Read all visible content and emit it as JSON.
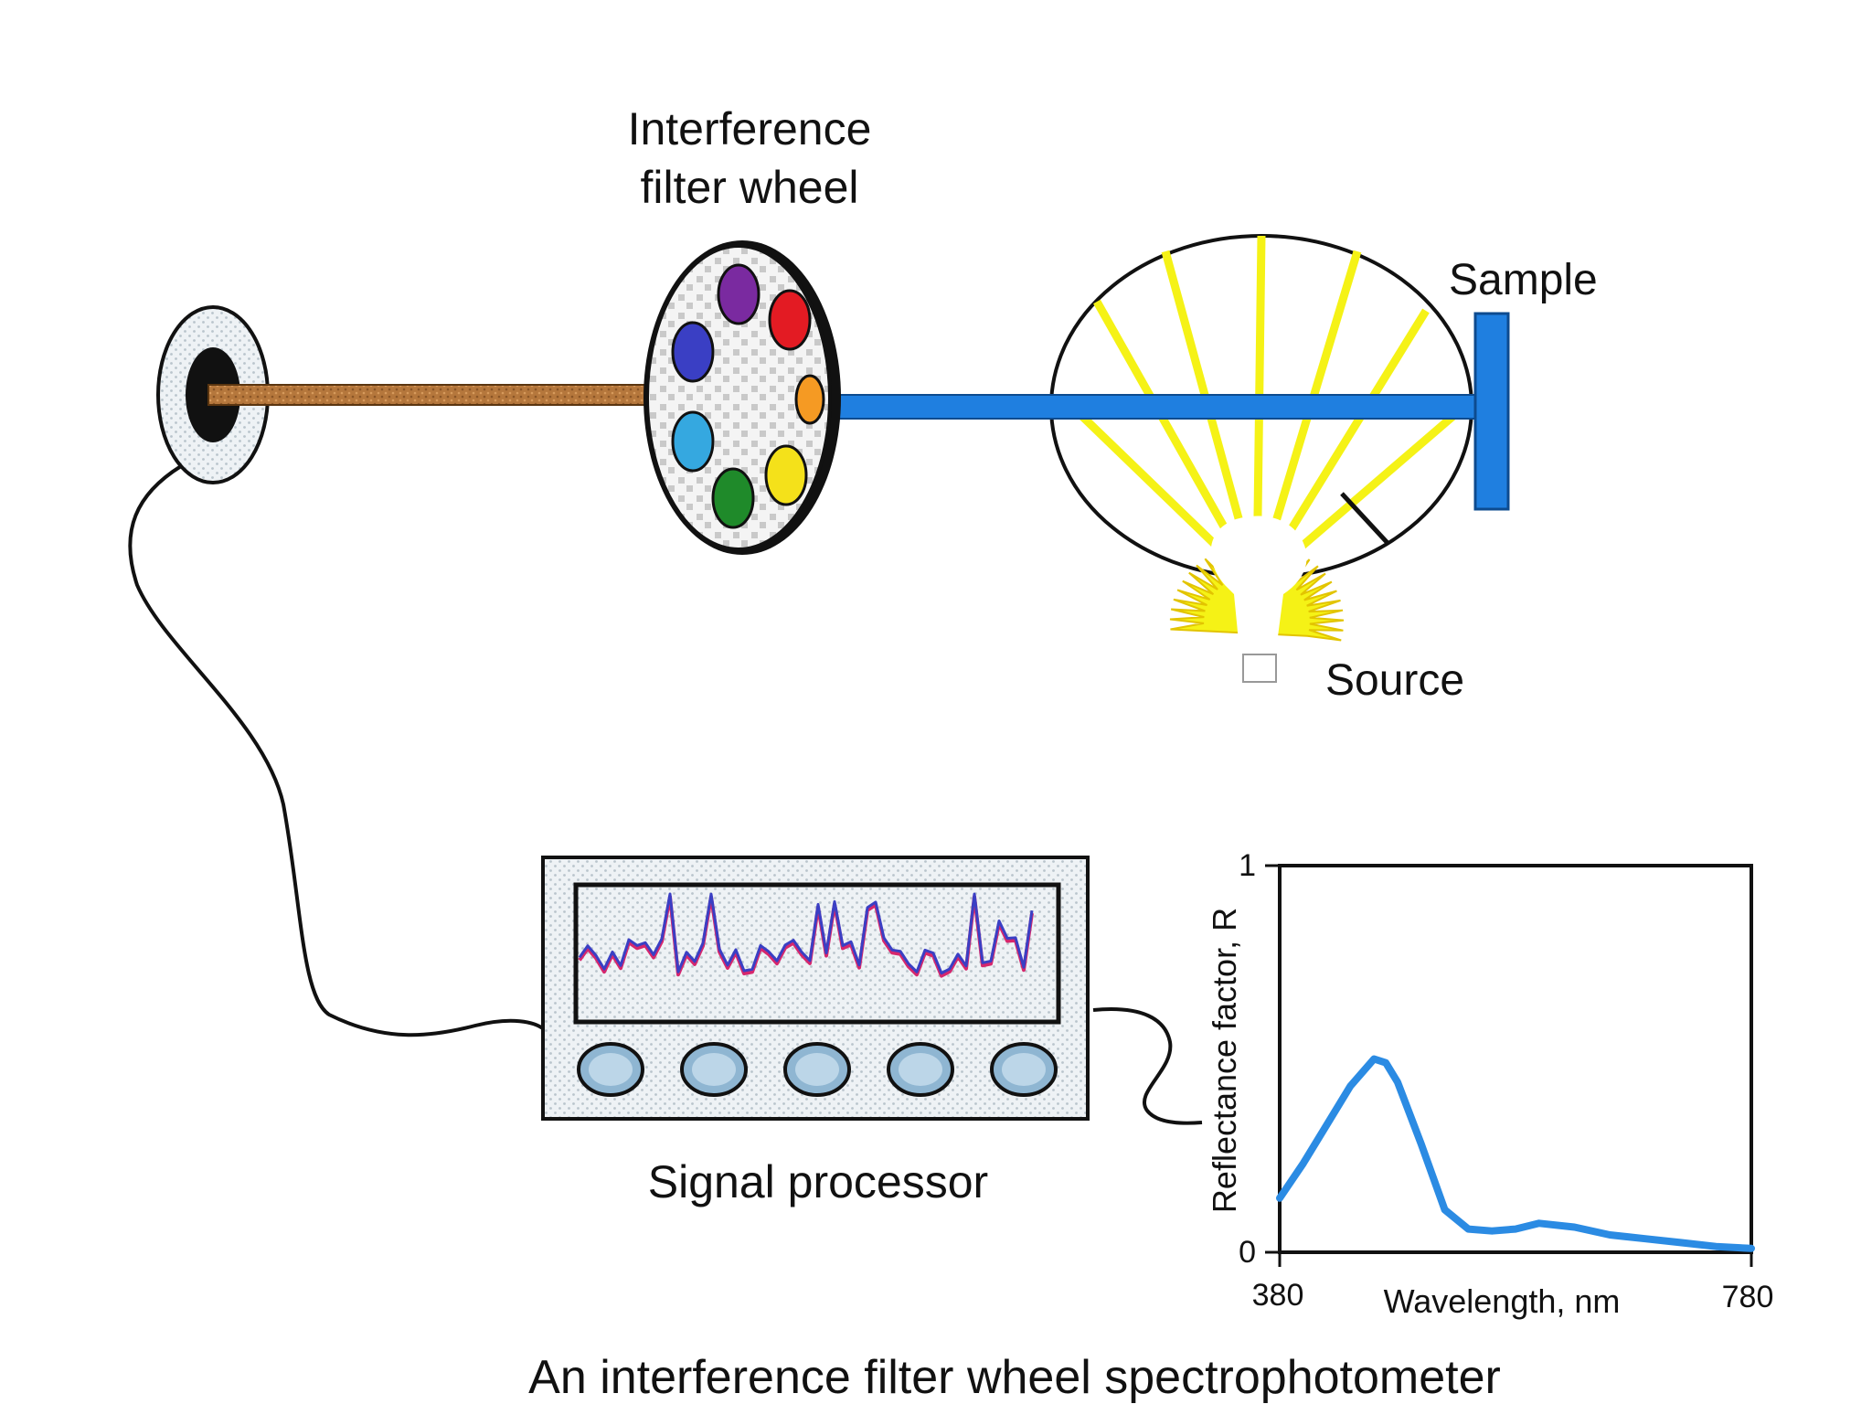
{
  "labels": {
    "filter_wheel_line1": "Interference",
    "filter_wheel_line2": "filter wheel",
    "sample": "Sample",
    "source": "Source",
    "signal_processor": "Signal processor",
    "caption": "An interference filter wheel spectrophotometer"
  },
  "filter_colors": [
    "#7a2aa0",
    "#e31b23",
    "#3a3fc4",
    "#f59a23",
    "#35a8e0",
    "#f4e11a",
    "#1f8a2a"
  ],
  "colors": {
    "beam_to_sample": "#1f7fe0",
    "beam_to_detector": "#b5773c",
    "light_rays": "#f5f216",
    "curve": "#2b8be3"
  },
  "chart_data": {
    "type": "line",
    "xlabel": "Wavelength, nm",
    "ylabel": "Reflectance factor, R",
    "xticks": [
      "380",
      "780"
    ],
    "yticks": [
      "0",
      "1"
    ],
    "xlim": [
      380,
      780
    ],
    "ylim": [
      0,
      1
    ],
    "x": [
      380,
      400,
      420,
      440,
      460,
      470,
      480,
      500,
      520,
      540,
      560,
      580,
      600,
      630,
      660,
      690,
      720,
      750,
      780
    ],
    "y": [
      0.14,
      0.23,
      0.33,
      0.43,
      0.5,
      0.49,
      0.44,
      0.28,
      0.11,
      0.06,
      0.055,
      0.06,
      0.075,
      0.065,
      0.045,
      0.035,
      0.025,
      0.015,
      0.01
    ]
  }
}
